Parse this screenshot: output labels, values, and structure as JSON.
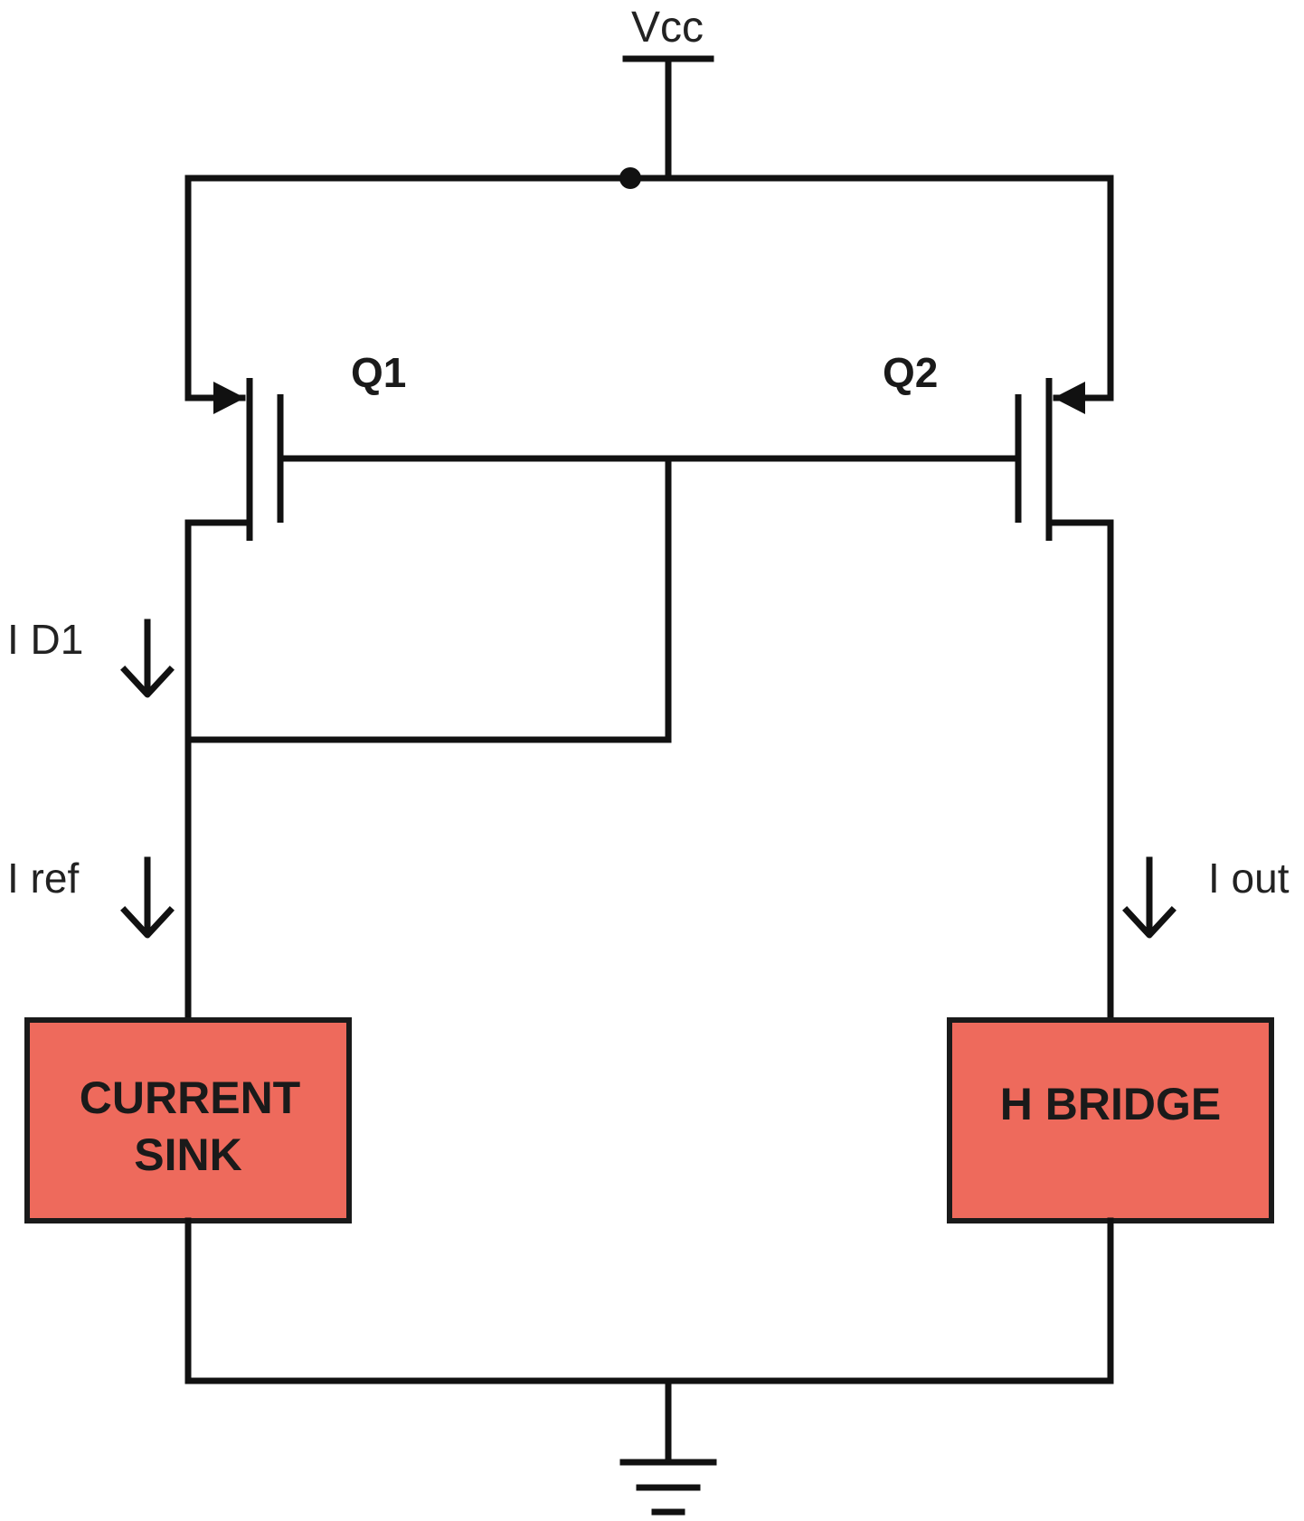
{
  "supply": {
    "label": "Vcc"
  },
  "transistors": [
    {
      "id": "q1",
      "label": "Q1",
      "type": "PMOS"
    },
    {
      "id": "q2",
      "label": "Q2",
      "type": "PMOS"
    }
  ],
  "currents": {
    "id1": "I D1",
    "iref": "I ref",
    "iout": "I out"
  },
  "blocks": {
    "current_sink": {
      "line1": "CURRENT",
      "line2": "SINK"
    },
    "h_bridge": {
      "label": "H BRIDGE"
    }
  },
  "colors": {
    "block_fill": "#ee6a5c",
    "block_stroke": "#1a1a1a",
    "wire": "#111111"
  }
}
